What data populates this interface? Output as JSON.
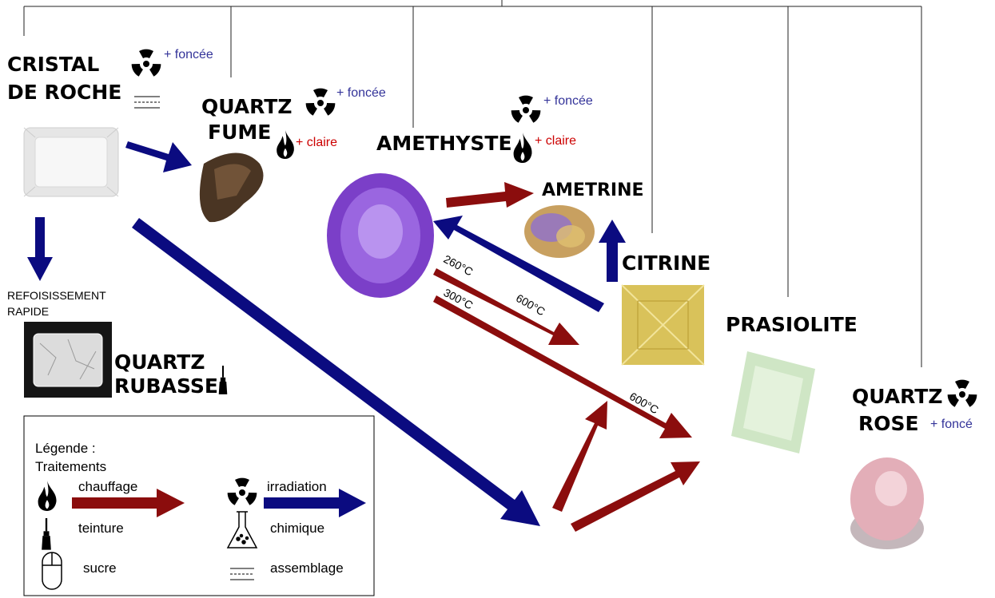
{
  "gems": {
    "cristal": {
      "line1": "CRISTAL",
      "line2": "DE ROCHE",
      "note": "+ foncée"
    },
    "fume": {
      "line1": "QUARTZ",
      "line2": "FUME",
      "note_dark": "+ foncée",
      "note_light": "+ claire"
    },
    "amethyste": {
      "name": "AMETHYSTE",
      "note_dark": "+ foncée",
      "note_light": "+ claire"
    },
    "ametrine": {
      "name": "AMETRINE"
    },
    "citrine": {
      "name": "CITRINE"
    },
    "prasiolite": {
      "name": "PRASIOLITE"
    },
    "rubasse": {
      "line1": "QUARTZ",
      "line2": "RUBASSE",
      "process": "REFOISISSEMENT RAPIDE"
    },
    "rose": {
      "line1": "QUARTZ",
      "line2": "ROSE",
      "note": "+ foncé"
    }
  },
  "temperatures": [
    "260°C",
    "300°C",
    "600°C",
    "600°C"
  ],
  "legend": {
    "title": "Légende :",
    "subtitle": "Traitements",
    "heat": "chauffage",
    "irradiation": "irradiation",
    "dye": "teinture",
    "chemical": "chimique",
    "sugar": "sucre",
    "assembly": "assemblage"
  },
  "colors": {
    "heat_arrow": "#8b0d0d",
    "irradiation_arrow": "#0b0b80",
    "note_dark": "#333399",
    "note_light": "#cc0000"
  }
}
